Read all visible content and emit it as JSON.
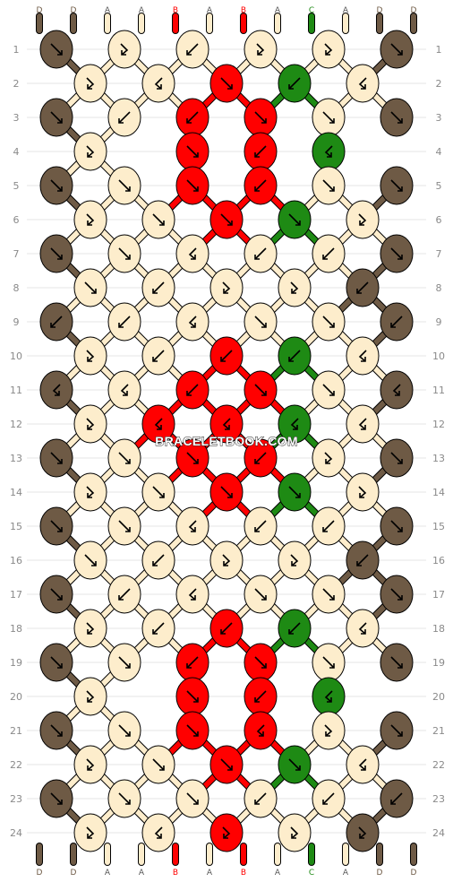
{
  "colors": {
    "D": "#6e5a45",
    "A": "#fdedcc",
    "B": "#ff0000",
    "C": "#1e8a14"
  },
  "strands": {
    "top": [
      "D",
      "D",
      "A",
      "A",
      "B",
      "A",
      "B",
      "A",
      "C",
      "A",
      "D",
      "D"
    ],
    "bottom": [
      "D",
      "D",
      "A",
      "A",
      "B",
      "A",
      "B",
      "A",
      "C",
      "A",
      "D",
      "D"
    ]
  },
  "row_labels": [
    "1",
    "2",
    "3",
    "4",
    "5",
    "6",
    "7",
    "8",
    "9",
    "10",
    "11",
    "12",
    "13",
    "14",
    "15",
    "16",
    "17",
    "18",
    "19",
    "20",
    "21",
    "22",
    "23",
    "24"
  ],
  "watermark": "BRACELETBOOK.COM",
  "knots": {
    "arrow_icons": {
      "f": "forward-arrow",
      "b": "backward-arrow",
      "fb": "forward-backward",
      "bf": "backward-forward"
    },
    "rows": [
      [
        [
          "D",
          "f"
        ],
        [
          "A",
          "fb"
        ],
        [
          "A",
          "b"
        ],
        [
          "A",
          "fb"
        ],
        [
          "A",
          "fb"
        ],
        [
          "D",
          "f"
        ]
      ],
      [
        [
          "A",
          "fb"
        ],
        [
          "A",
          "bf"
        ],
        [
          "B",
          "f"
        ],
        [
          "C",
          "b"
        ],
        [
          "A",
          "bf"
        ]
      ],
      [
        [
          "D",
          "f"
        ],
        [
          "A",
          "b"
        ],
        [
          "B",
          "b"
        ],
        [
          "B",
          "f"
        ],
        [
          "A",
          "f"
        ],
        [
          "D",
          "f"
        ]
      ],
      [
        [
          "A",
          "fb"
        ],
        [
          "B",
          "f"
        ],
        [
          "B",
          "b"
        ],
        [
          "C",
          "bf"
        ]
      ],
      [
        [
          "D",
          "f"
        ],
        [
          "A",
          "f"
        ],
        [
          "B",
          "f"
        ],
        [
          "B",
          "b"
        ],
        [
          "A",
          "f"
        ],
        [
          "D",
          "f"
        ]
      ],
      [
        [
          "A",
          "fb"
        ],
        [
          "A",
          "f"
        ],
        [
          "B",
          "f"
        ],
        [
          "C",
          "f"
        ],
        [
          "A",
          "fb"
        ]
      ],
      [
        [
          "D",
          "f"
        ],
        [
          "A",
          "f"
        ],
        [
          "A",
          "bf"
        ],
        [
          "A",
          "b"
        ],
        [
          "A",
          "b"
        ],
        [
          "D",
          "f"
        ]
      ],
      [
        [
          "A",
          "f"
        ],
        [
          "A",
          "b"
        ],
        [
          "A",
          "fb"
        ],
        [
          "A",
          "fb"
        ],
        [
          "D",
          "b"
        ]
      ],
      [
        [
          "D",
          "b"
        ],
        [
          "A",
          "b"
        ],
        [
          "A",
          "bf"
        ],
        [
          "A",
          "f"
        ],
        [
          "A",
          "f"
        ],
        [
          "D",
          "b"
        ]
      ],
      [
        [
          "A",
          "fb"
        ],
        [
          "A",
          "b"
        ],
        [
          "B",
          "b"
        ],
        [
          "C",
          "b"
        ],
        [
          "A",
          "bf"
        ]
      ],
      [
        [
          "D",
          "bf"
        ],
        [
          "A",
          "bf"
        ],
        [
          "B",
          "b"
        ],
        [
          "B",
          "f"
        ],
        [
          "A",
          "f"
        ],
        [
          "D",
          "bf"
        ]
      ],
      [
        [
          "A",
          "fb"
        ],
        [
          "B",
          "bf"
        ],
        [
          "B",
          "bf"
        ],
        [
          "C",
          "bf"
        ],
        [
          "A",
          "bf"
        ]
      ],
      [
        [
          "D",
          "f"
        ],
        [
          "A",
          "f"
        ],
        [
          "B",
          "f"
        ],
        [
          "B",
          "b"
        ],
        [
          "A",
          "fb"
        ],
        [
          "D",
          "f"
        ]
      ],
      [
        [
          "A",
          "fb"
        ],
        [
          "A",
          "f"
        ],
        [
          "B",
          "f"
        ],
        [
          "C",
          "f"
        ],
        [
          "A",
          "fb"
        ]
      ],
      [
        [
          "D",
          "f"
        ],
        [
          "A",
          "f"
        ],
        [
          "A",
          "bf"
        ],
        [
          "A",
          "b"
        ],
        [
          "A",
          "b"
        ],
        [
          "D",
          "f"
        ]
      ],
      [
        [
          "A",
          "f"
        ],
        [
          "A",
          "b"
        ],
        [
          "A",
          "fb"
        ],
        [
          "A",
          "fb"
        ],
        [
          "D",
          "b"
        ]
      ],
      [
        [
          "D",
          "f"
        ],
        [
          "A",
          "b"
        ],
        [
          "A",
          "bf"
        ],
        [
          "A",
          "f"
        ],
        [
          "A",
          "f"
        ],
        [
          "D",
          "f"
        ]
      ],
      [
        [
          "A",
          "fb"
        ],
        [
          "A",
          "b"
        ],
        [
          "B",
          "b"
        ],
        [
          "C",
          "b"
        ],
        [
          "A",
          "bf"
        ]
      ],
      [
        [
          "D",
          "f"
        ],
        [
          "A",
          "f"
        ],
        [
          "B",
          "b"
        ],
        [
          "B",
          "f"
        ],
        [
          "A",
          "f"
        ],
        [
          "D",
          "f"
        ]
      ],
      [
        [
          "A",
          "fb"
        ],
        [
          "B",
          "f"
        ],
        [
          "B",
          "b"
        ],
        [
          "C",
          "bf"
        ]
      ],
      [
        [
          "D",
          "f"
        ],
        [
          "A",
          "f"
        ],
        [
          "B",
          "f"
        ],
        [
          "B",
          "bf"
        ],
        [
          "A",
          "fb"
        ],
        [
          "D",
          "f"
        ]
      ],
      [
        [
          "A",
          "fb"
        ],
        [
          "A",
          "f"
        ],
        [
          "B",
          "f"
        ],
        [
          "C",
          "f"
        ],
        [
          "A",
          "bf"
        ]
      ],
      [
        [
          "D",
          "f"
        ],
        [
          "A",
          "f"
        ],
        [
          "A",
          "f"
        ],
        [
          "A",
          "b"
        ],
        [
          "A",
          "b"
        ],
        [
          "D",
          "b"
        ]
      ],
      [
        [
          "A",
          "fb"
        ],
        [
          "A",
          "bf"
        ],
        [
          "B",
          "fb"
        ],
        [
          "A",
          "fb"
        ],
        [
          "D",
          "fb"
        ]
      ]
    ]
  }
}
